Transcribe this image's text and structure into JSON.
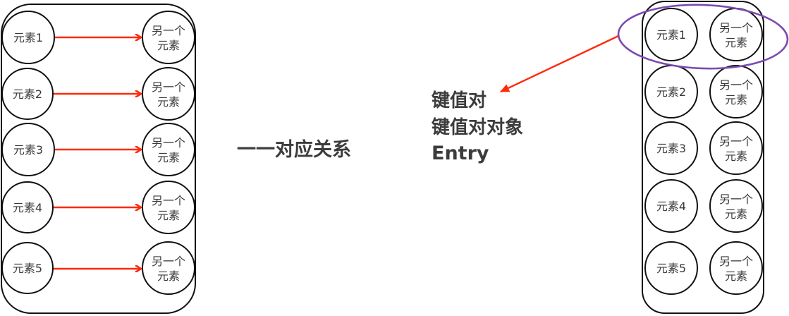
{
  "colors": {
    "stroke": "#111111",
    "arrow": "#ff2a0a",
    "highlight_ellipse": "#7b4bb0",
    "text": "#3c3c3c"
  },
  "left_panel": {
    "rows": [
      {
        "key": "元素1",
        "value_line1": "另一个",
        "value_line2": "元素"
      },
      {
        "key": "元素2",
        "value_line1": "另一个",
        "value_line2": "元素"
      },
      {
        "key": "元素3",
        "value_line1": "另一个",
        "value_line2": "元素"
      },
      {
        "key": "元素4",
        "value_line1": "另一个",
        "value_line2": "元素"
      },
      {
        "key": "元素5",
        "value_line1": "另一个",
        "value_line2": "元素"
      }
    ]
  },
  "center_label": "一一对应关系",
  "annotation": {
    "line1": "键值对",
    "line2": "键值对对象",
    "line3": "Entry"
  },
  "right_panel": {
    "highlighted_row": 0,
    "rows": [
      {
        "key": "元素1",
        "value_line1": "另一个",
        "value_line2": "元素"
      },
      {
        "key": "元素2",
        "value_line1": "另一个",
        "value_line2": "元素"
      },
      {
        "key": "元素3",
        "value_line1": "另一个",
        "value_line2": "元素"
      },
      {
        "key": "元素4",
        "value_line1": "另一个",
        "value_line2": "元素"
      },
      {
        "key": "元素5",
        "value_line1": "另一个",
        "value_line2": "元素"
      }
    ]
  }
}
